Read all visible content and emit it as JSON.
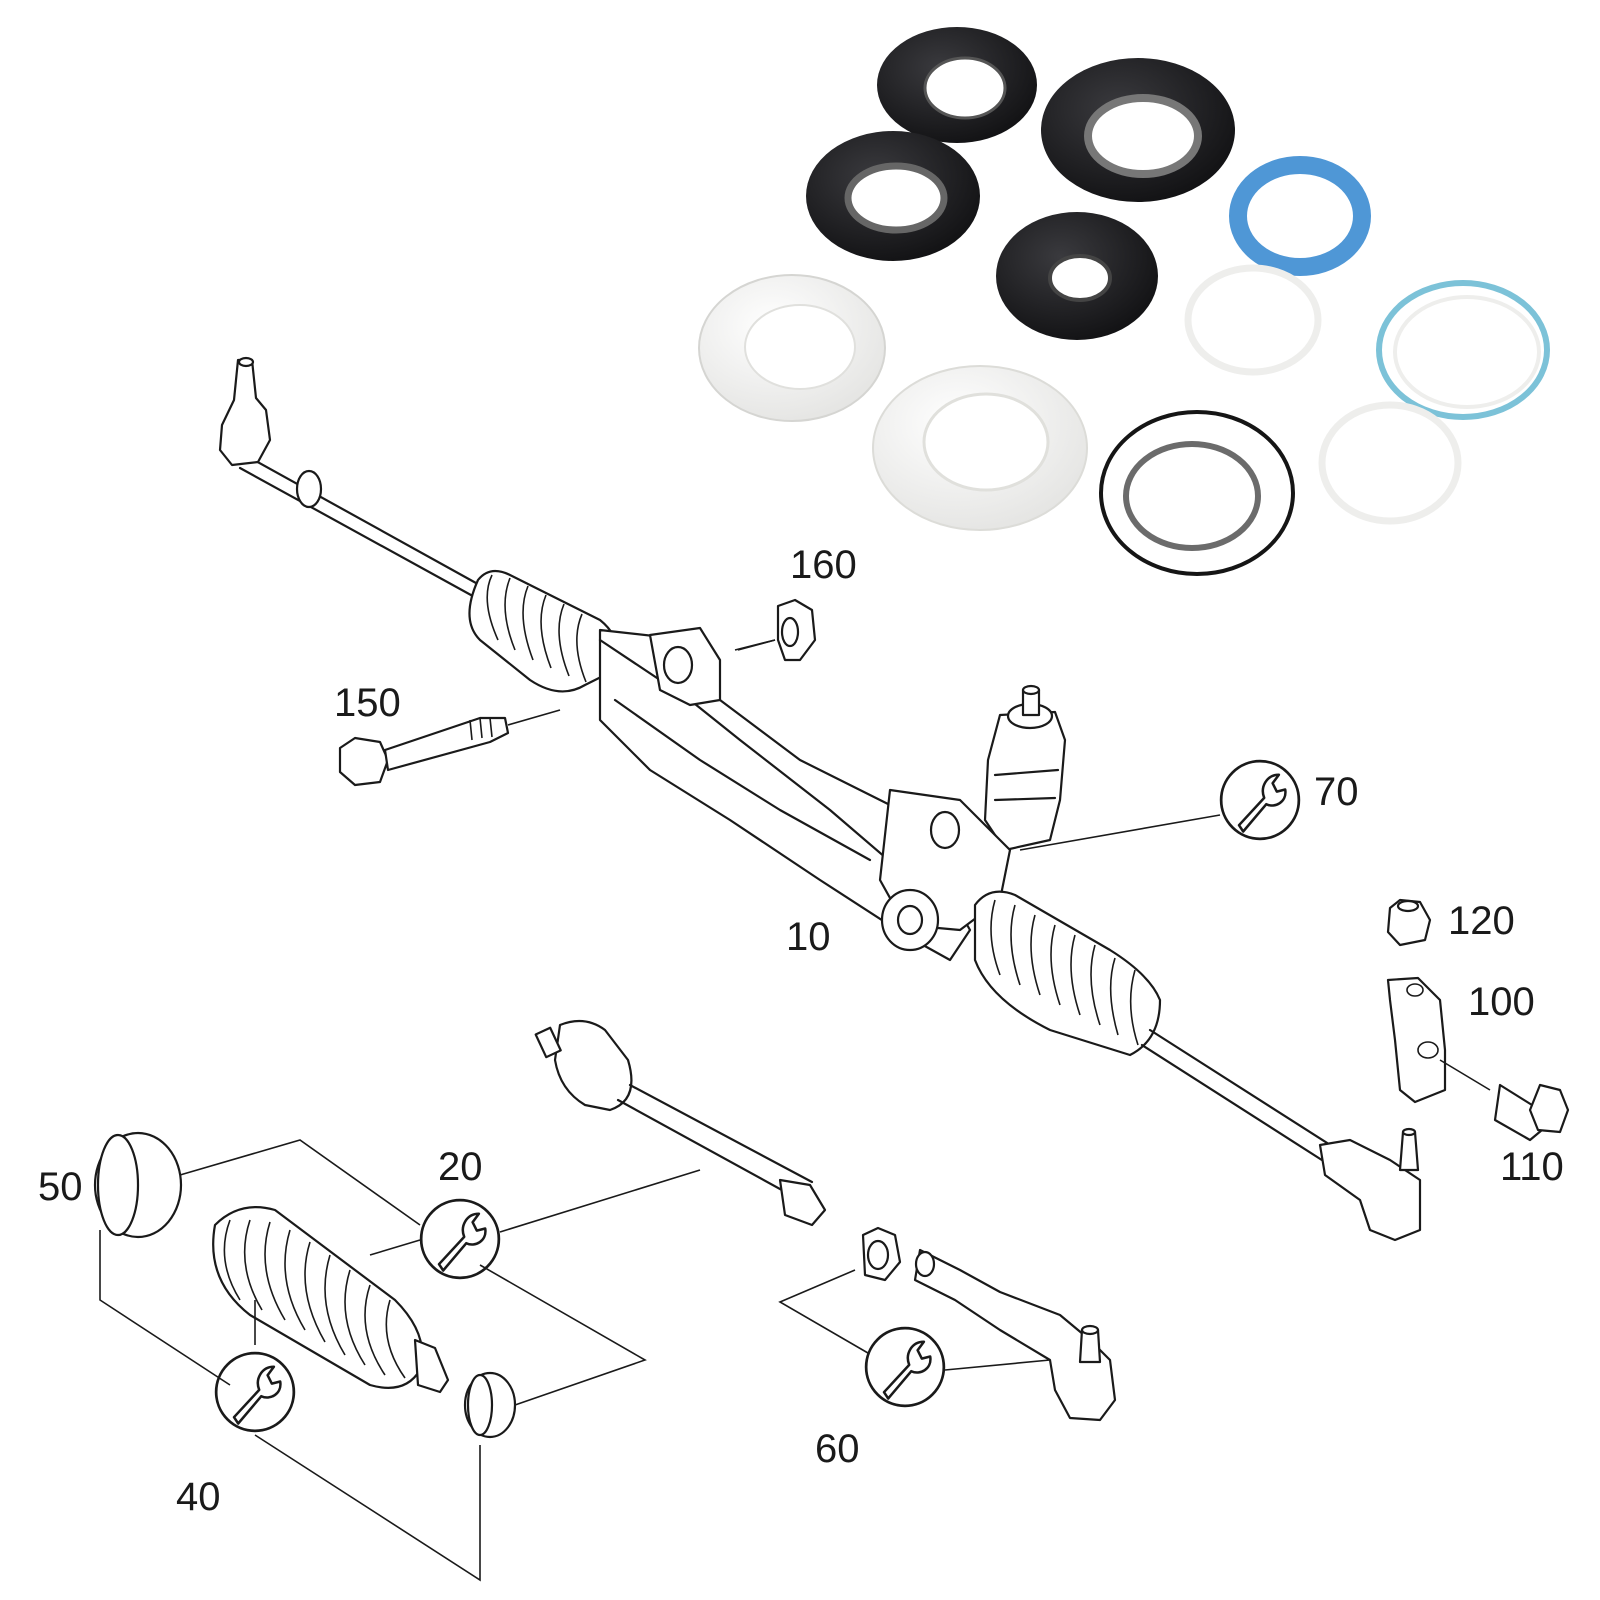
{
  "diagram": {
    "callouts": [
      {
        "id": "c10",
        "text": "10"
      },
      {
        "id": "c20",
        "text": "20"
      },
      {
        "id": "c40",
        "text": "40"
      },
      {
        "id": "c50",
        "text": "50"
      },
      {
        "id": "c60",
        "text": "60"
      },
      {
        "id": "c70",
        "text": "70"
      },
      {
        "id": "c100",
        "text": "100"
      },
      {
        "id": "c110",
        "text": "110"
      },
      {
        "id": "c120",
        "text": "120"
      },
      {
        "id": "c150",
        "text": "150"
      },
      {
        "id": "c160",
        "text": "160"
      }
    ]
  },
  "seal_kit": {
    "colors": {
      "black_seal": "#1e1e20",
      "blue_ring": "#4f97d6",
      "white_part": "#f4f4f2",
      "cyan_ring": "#7cc2d8"
    }
  }
}
